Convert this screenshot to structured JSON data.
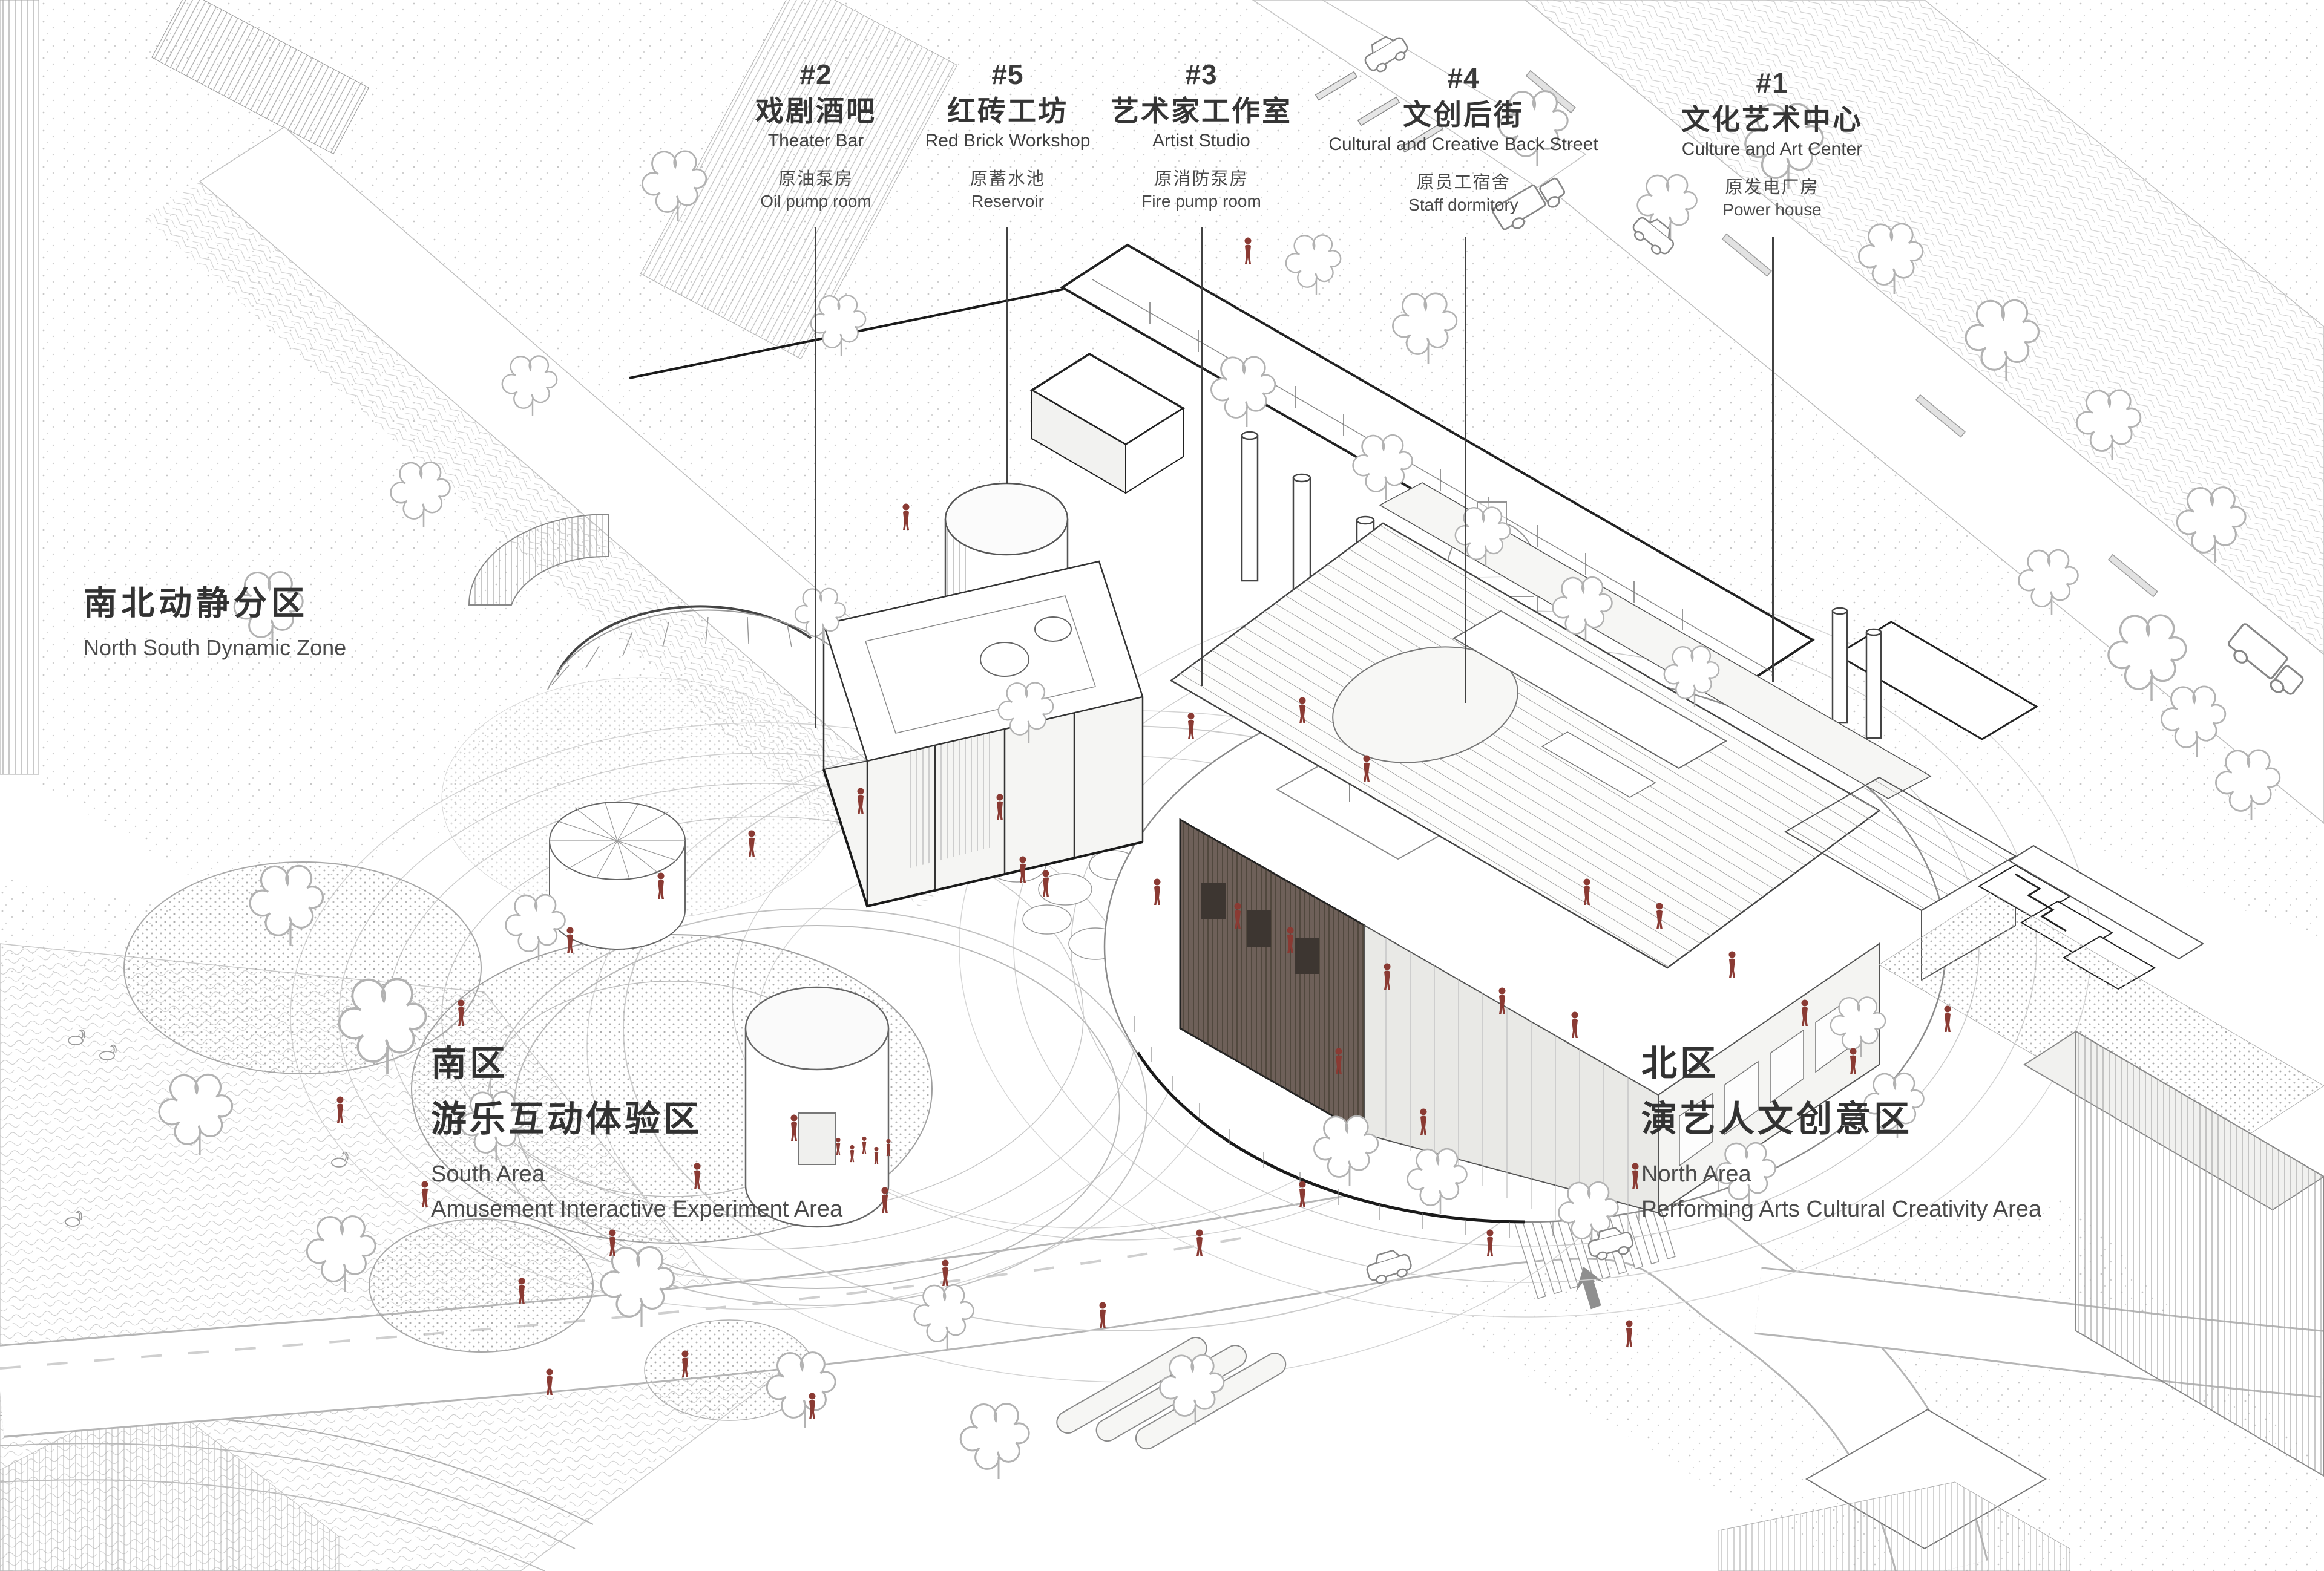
{
  "drawing_type": "axonometric-masterplan",
  "colors": {
    "accent_red": "#8a3a33",
    "ink": "#333333",
    "light_line": "#bdbdbd"
  },
  "building_labels": [
    {
      "number": "#2",
      "name_zh": "戏剧酒吧",
      "name_en": "Theater Bar",
      "former_zh": "原油泵房",
      "former_en": "Oil pump room"
    },
    {
      "number": "#5",
      "name_zh": "红砖工坊",
      "name_en": "Red Brick Workshop",
      "former_zh": "原蓄水池",
      "former_en": "Reservoir"
    },
    {
      "number": "#3",
      "name_zh": "艺术家工作室",
      "name_en": "Artist Studio",
      "former_zh": "原消防泵房",
      "former_en": "Fire pump room"
    },
    {
      "number": "#4",
      "name_zh": "文创后街",
      "name_en": "Cultural and Creative Back Street",
      "former_zh": "原员工宿舍",
      "former_en": "Staff dormitory"
    },
    {
      "number": "#1",
      "name_zh": "文化艺术中心",
      "name_en": "Culture and Art Center",
      "former_zh": "原发电厂房",
      "former_en": "Power house"
    }
  ],
  "zones": {
    "divider": {
      "zh": "南北动静分区",
      "en": "North South Dynamic Zone"
    },
    "south": {
      "zh_area": "南区",
      "zh_name": "游乐互动体验区",
      "en_area": "South Area",
      "en_name": "Amusement Interactive Experiment Area"
    },
    "north": {
      "zh_area": "北区",
      "zh_name": "演艺人文创意区",
      "en_area": "North Area",
      "en_name": "Performing Arts Cultural Creativity Area"
    }
  }
}
